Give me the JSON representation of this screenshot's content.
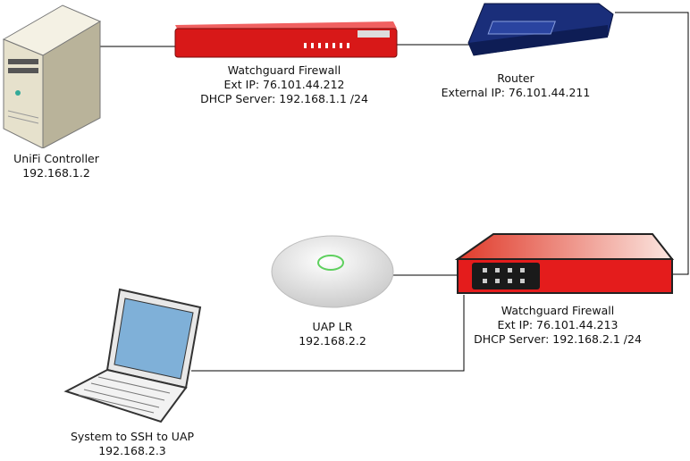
{
  "nodes": {
    "controller": {
      "name": "UniFi Controller",
      "ip": "192.168.1.2",
      "icon": "server-tower-icon"
    },
    "firewall1": {
      "name": "Watchguard Firewall",
      "ext_ip": "Ext IP: 76.101.44.212",
      "dhcp": "DHCP Server: 192.168.1.1 /24",
      "icon": "firewall-icon"
    },
    "router": {
      "name": "Router",
      "ext_ip": "External IP: 76.101.44.211",
      "icon": "router-icon"
    },
    "firewall2": {
      "name": "Watchguard Firewall",
      "ext_ip": "Ext IP: 76.101.44.213",
      "dhcp": "DHCP Server: 192.168.2.1 /24",
      "icon": "firewall-icon"
    },
    "uap": {
      "name": "UAP LR",
      "ip": "192.168.2.2",
      "icon": "access-point-icon"
    },
    "laptop": {
      "name": "System to SSH to UAP",
      "ip": "192.168.2.3",
      "icon": "laptop-icon"
    }
  },
  "colors": {
    "firewall": "#e02020",
    "router": "#1a2e7a",
    "line": "#000000"
  }
}
